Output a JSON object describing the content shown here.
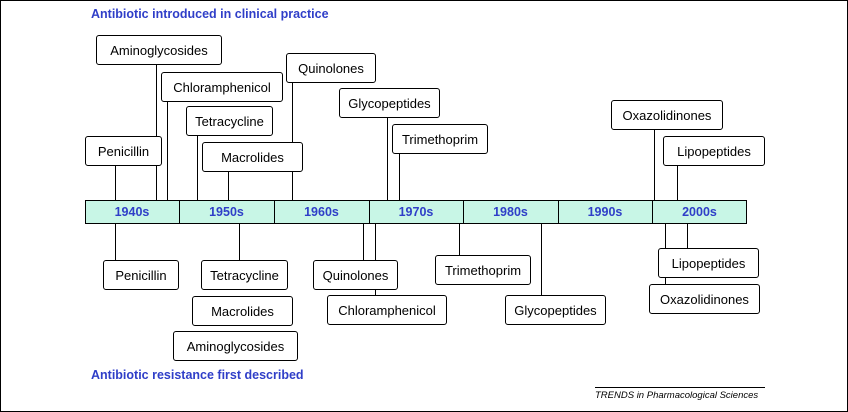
{
  "headings": {
    "introduced": "Antibiotic introduced in clinical practice",
    "resistance": "Antibiotic resistance first described"
  },
  "decades": [
    "1940s",
    "1950s",
    "1960s",
    "1970s",
    "1980s",
    "1990s",
    "2000s"
  ],
  "introduced": [
    {
      "name": "Aminoglycosides"
    },
    {
      "name": "Chloramphenicol"
    },
    {
      "name": "Tetracycline"
    },
    {
      "name": "Penicillin"
    },
    {
      "name": "Macrolides"
    },
    {
      "name": "Quinolones"
    },
    {
      "name": "Glycopeptides"
    },
    {
      "name": "Trimethoprim"
    },
    {
      "name": "Oxazolidinones"
    },
    {
      "name": "Lipopeptides"
    }
  ],
  "resistance": [
    {
      "name": "Penicillin"
    },
    {
      "name": "Tetracycline"
    },
    {
      "name": "Macrolides"
    },
    {
      "name": "Aminoglycosides"
    },
    {
      "name": "Quinolones"
    },
    {
      "name": "Chloramphenicol"
    },
    {
      "name": "Trimethoprim"
    },
    {
      "name": "Glycopeptides"
    },
    {
      "name": "Lipopeptides"
    },
    {
      "name": "Oxazolidinones"
    }
  ],
  "credit": "TRENDS in Pharmacological Sciences"
}
